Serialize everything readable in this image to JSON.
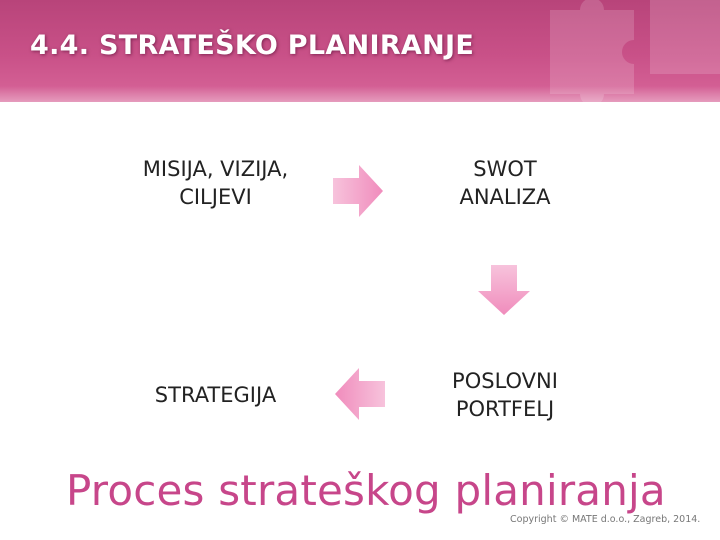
{
  "slide": {
    "title": "4.4. STRATEŠKO PLANIRANJE",
    "subtitle": "Proces strateškog planiranja",
    "copyright": "Copyright © MATE d.o.o., Zagreb, 2014."
  },
  "diagram": {
    "nodes": [
      {
        "line1": "MISIJA, VIZIJA,",
        "line2": "CILJEVI"
      },
      {
        "line1": "SWOT",
        "line2": "ANALIZA"
      },
      {
        "line1": "POSLOVNI",
        "line2": "PORTFELJ"
      },
      {
        "line1": "STRATEGIJA"
      }
    ]
  },
  "colors": {
    "header": "#c95188",
    "accent_text": "#c7468a",
    "arrow": "#f3a6cb"
  }
}
